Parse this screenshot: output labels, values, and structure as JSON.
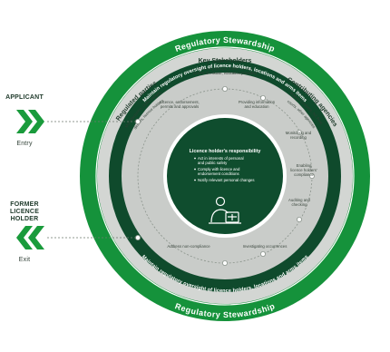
{
  "colors": {
    "outer_green": "#15923b",
    "light_ring": "#d3d6d3",
    "mid_grey": "#c4c8c4",
    "dark_green": "#0f4a2c",
    "core_green": "#0f4d2e",
    "arrow_green": "#1a9b3c",
    "text_white": "#ffffff",
    "text_dark": "#1f3a2b"
  },
  "outer_ring": {
    "top_title": "Regulatory Stewardship",
    "bottom_title": "Regulatory Stewardship"
  },
  "stakeholder_ring": {
    "key_stakeholders": {
      "title": "Key Stakeholders",
      "line1": "Advocacy groups, public, media,",
      "line2": "victims of misuse, education providers"
    },
    "regulated_parties": {
      "title": "Regulated parties",
      "line1": "Manufacturers, clubs, ranges,",
      "line2": "dealers, licence holders"
    },
    "contributing_agencies": {
      "title": "Contributing agencies",
      "line1": "Police, Customs, NZ Post,",
      "line2": "courts, other agencies"
    }
  },
  "maintain_band": {
    "top_text": "Maintain regulatory oversight of licence holders, locations and arms items",
    "bottom_text": "Maintain regulatory oversight of licence holders, locations and arms items"
  },
  "activities": {
    "licence": {
      "line1": "Licence, endorsement,",
      "line2": "permits and approvals"
    },
    "info": {
      "line1": "Providing information",
      "line2": "and education"
    },
    "monitoring": {
      "line1": "Monitoring and",
      "line2": "recording"
    },
    "enabling": {
      "line1": "Enabling",
      "line2": "licence holders'",
      "line3": "compliance"
    },
    "auditing": {
      "line1": "Auditing and",
      "line2": "checking"
    },
    "investigating": {
      "line1": "Investigating occurrences"
    },
    "address": {
      "line1": "Address non-compliance"
    }
  },
  "core": {
    "title": "Licence holder's responsibility",
    "bullets": [
      "Act in interests of personal",
      "and public safety",
      "Comply with licence and",
      "endorsement conditions",
      "Notify relevant personal changes"
    ],
    "icon": "person-at-desk-icon"
  },
  "applicant": {
    "line1": "APPLICANT",
    "caption": "Entry",
    "icon": "double-chevron-right-icon"
  },
  "former_holder": {
    "line1": "FORMER",
    "line2": "LICENCE",
    "line3": "HOLDER",
    "caption": "Exit",
    "icon": "double-chevron-left-icon"
  }
}
